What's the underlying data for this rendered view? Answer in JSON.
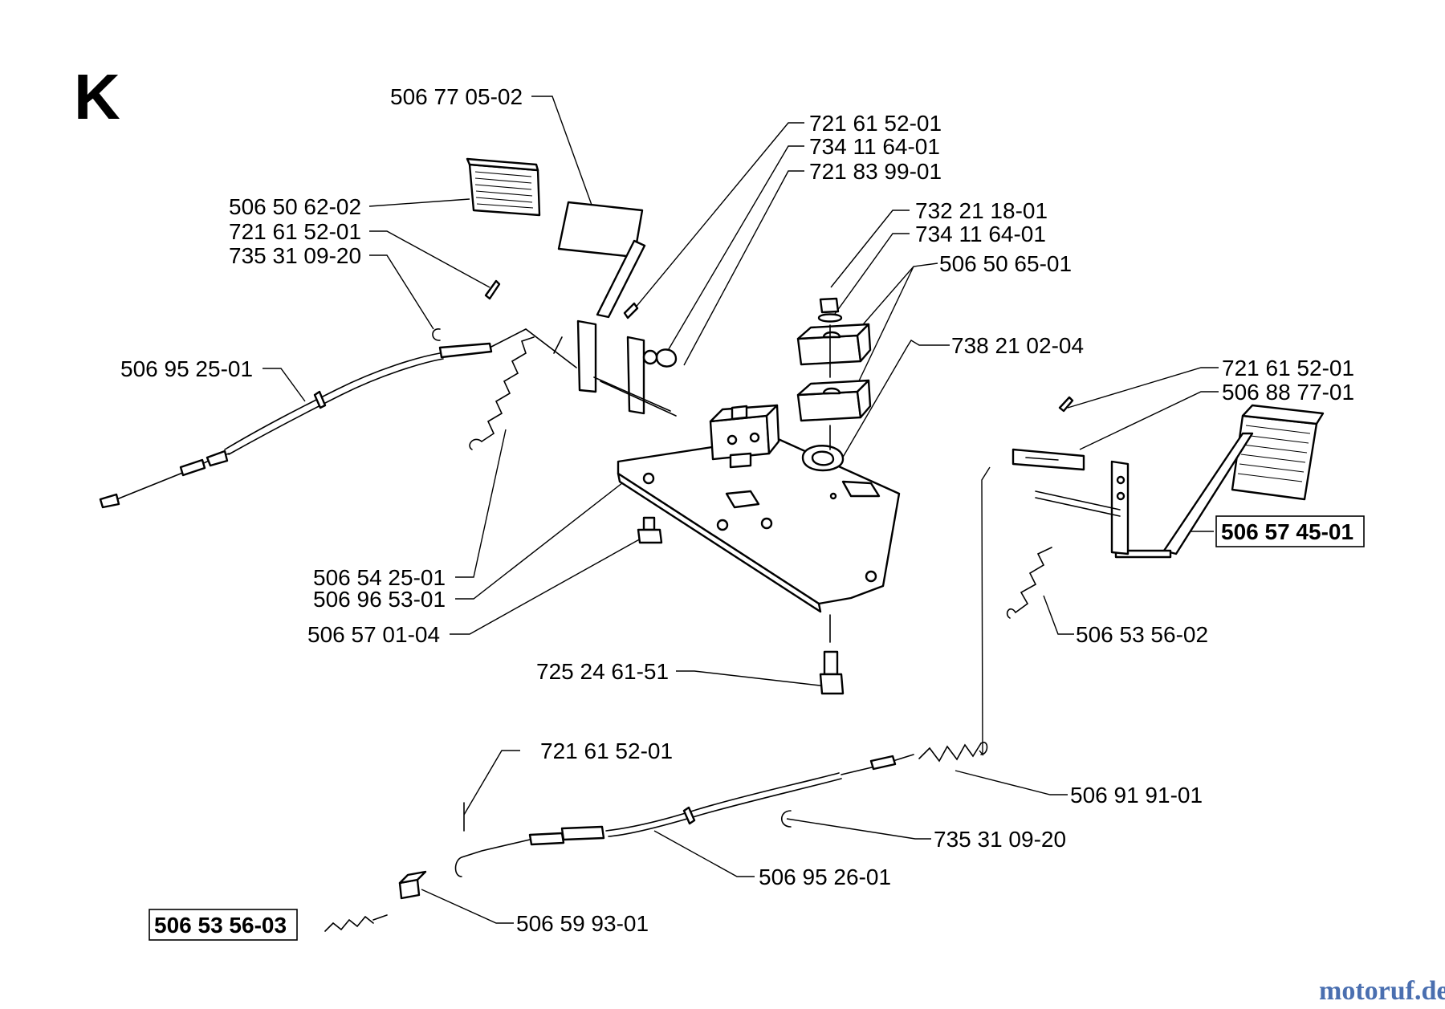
{
  "section_letter": "K",
  "watermark": "motoruf.de",
  "labels": [
    {
      "id": "l1",
      "text": "506 77 05-02"
    },
    {
      "id": "l2",
      "text": "721 61 52-01"
    },
    {
      "id": "l3",
      "text": "734 11 64-01"
    },
    {
      "id": "l4",
      "text": "721 83 99-01"
    },
    {
      "id": "l5",
      "text": "506 50 62-02"
    },
    {
      "id": "l6",
      "text": "721 61 52-01"
    },
    {
      "id": "l7",
      "text": "735 31 09-20"
    },
    {
      "id": "l8",
      "text": "732 21 18-01"
    },
    {
      "id": "l9",
      "text": "734 11 64-01"
    },
    {
      "id": "l10",
      "text": "506 50 65-01"
    },
    {
      "id": "l11",
      "text": "738 21 02-04"
    },
    {
      "id": "l12",
      "text": "506 95 25-01"
    },
    {
      "id": "l13",
      "text": "721 61 52-01"
    },
    {
      "id": "l14",
      "text": "506 88 77-01"
    },
    {
      "id": "l15",
      "text": "506 57 45-01",
      "boxed": true
    },
    {
      "id": "l16",
      "text": "506 54 25-01"
    },
    {
      "id": "l17",
      "text": "506 96 53-01"
    },
    {
      "id": "l18",
      "text": "506 57 01-04"
    },
    {
      "id": "l19",
      "text": "506 53 56-02"
    },
    {
      "id": "l20",
      "text": "725 24 61-51"
    },
    {
      "id": "l21",
      "text": "721 61 52-01"
    },
    {
      "id": "l22",
      "text": "506 91 91-01"
    },
    {
      "id": "l23",
      "text": "735 31 09-20"
    },
    {
      "id": "l24",
      "text": "506 95 26-01"
    },
    {
      "id": "l25",
      "text": "506 59 93-01"
    },
    {
      "id": "l26",
      "text": "506 53 56-03",
      "boxed": true
    }
  ]
}
